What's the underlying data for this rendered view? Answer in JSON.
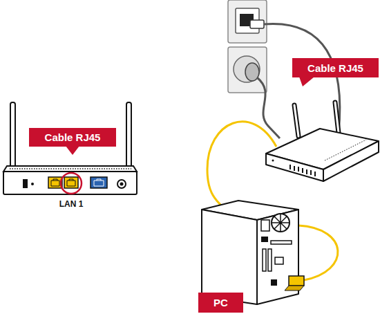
{
  "diagram": {
    "nodes": [
      {
        "text": [
          "Cable RJ45"
        ]
      },
      {
        "text": [
          "Cable RJ45"
        ]
      },
      {
        "text": [
          "PC"
        ]
      }
    ],
    "labels": [
      "LAN 1"
    ]
  }
}
